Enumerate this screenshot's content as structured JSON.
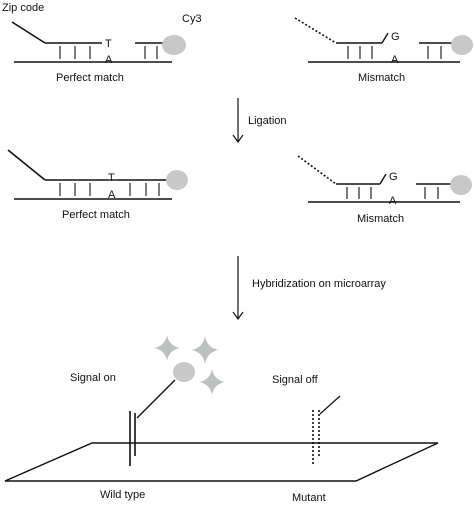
{
  "labels": {
    "zip_code": "Zip code",
    "cy3": "Cy3",
    "perfect_match": "Perfect match",
    "mismatch": "Mismatch",
    "ligation": "Ligation",
    "hybridization": "Hybridization on microarray",
    "signal_on": "Signal on",
    "signal_off": "Signal off",
    "wild_type": "Wild type",
    "mutant": "Mutant"
  },
  "bases": {
    "match_top": "T",
    "match_bottom": "A",
    "mismatch_top": "G",
    "mismatch_bottom": "A"
  },
  "colors": {
    "line": "#111111",
    "dye": "#c8c8c8",
    "spark": "#b9c1c1"
  }
}
